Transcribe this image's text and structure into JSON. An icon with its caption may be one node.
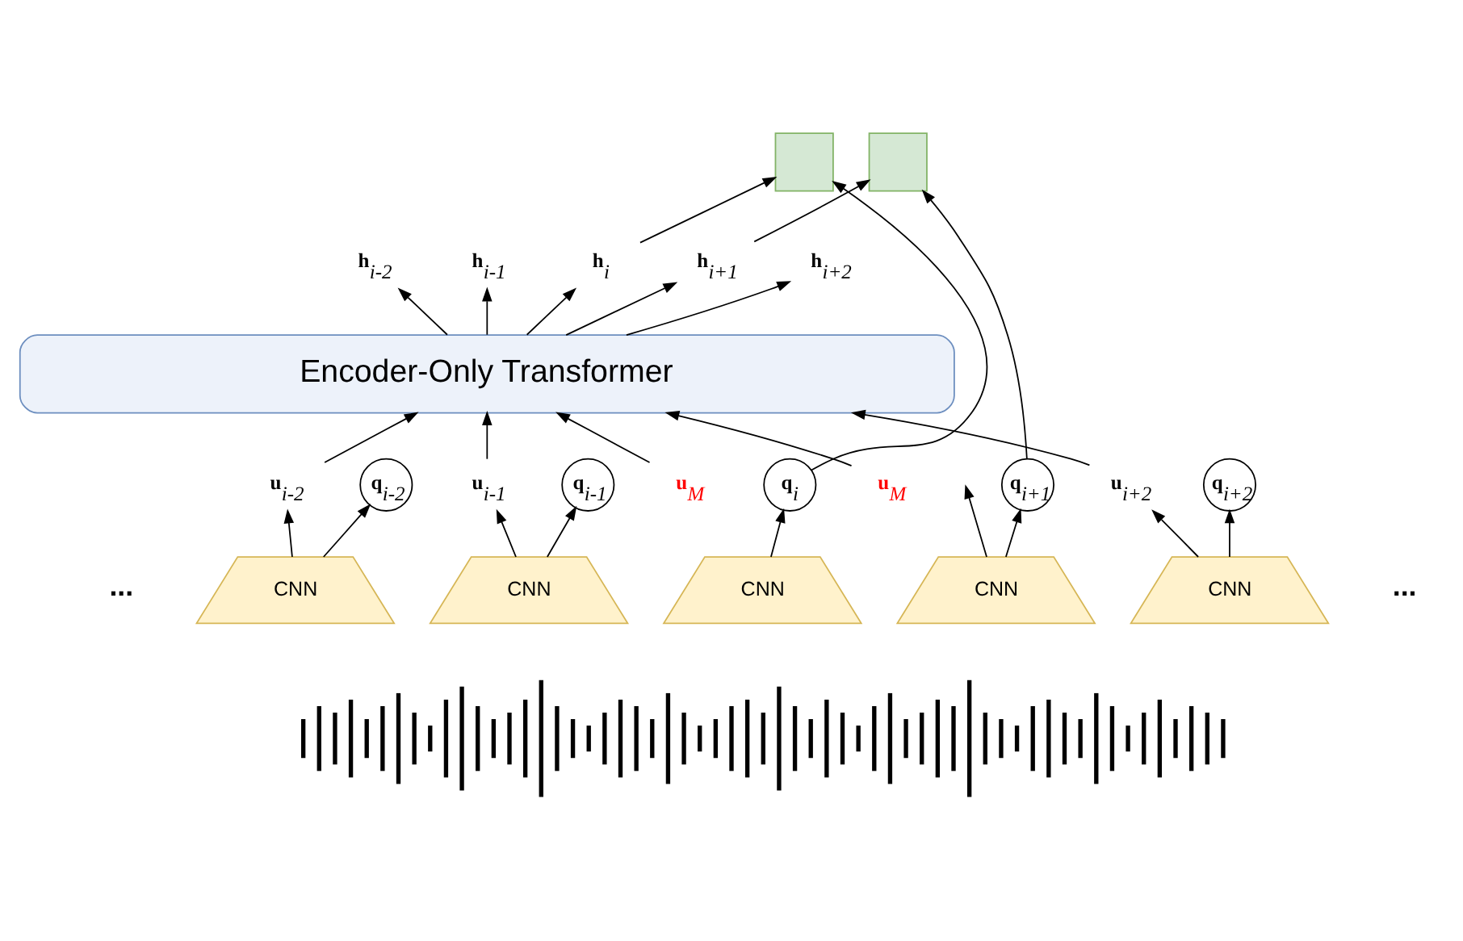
{
  "diagram": {
    "nodes": [
      {
        "text": [],
        "shape": "box"
      },
      {
        "text": [],
        "shape": "box"
      },
      {
        "text": [
          "**h**$_{i-2}$"
        ]
      },
      {
        "text": [
          "**h**$_{i-1}$"
        ]
      },
      {
        "text": [
          "**h**$_{i}$"
        ]
      },
      {
        "text": [
          "**h**$_{i+1}$"
        ]
      },
      {
        "text": [
          "**h**$_{i+2}$"
        ]
      },
      {
        "text": [
          "Encoder-Only Transformer"
        ]
      },
      {
        "text": [
          "**u**$_{i-2}$"
        ]
      },
      {
        "text": [
          "**q**$_{i-2}$"
        ]
      },
      {
        "text": [
          "**u**$_{i-1}$"
        ]
      },
      {
        "text": [
          "**q**$_{i-1}$"
        ]
      },
      {
        "text": [
          "**u**$_{M}$"
        ]
      },
      {
        "text": [
          "**q**$_{i}$"
        ]
      },
      {
        "text": [
          "**u**$_{M}$"
        ]
      },
      {
        "text": [
          "**q**$_{i+1}$"
        ]
      },
      {
        "text": [
          "**u**$_{i+2}$"
        ]
      },
      {
        "text": [
          "**q**$_{i+2}$"
        ]
      },
      {
        "text": [
          "CNN"
        ]
      },
      {
        "text": [
          "CNN"
        ]
      },
      {
        "text": [
          "CNN"
        ]
      },
      {
        "text": [
          "CNN"
        ]
      },
      {
        "text": [
          "CNN"
        ]
      },
      {
        "text": [],
        "shape": "picture"
      }
    ],
    "edges": [
      {
        "from": 18,
        "to": 8,
        "arrow": "to"
      },
      {
        "from": 18,
        "to": 9,
        "arrow": "to"
      },
      {
        "from": 19,
        "to": 10,
        "arrow": "to"
      },
      {
        "from": 19,
        "to": 11,
        "arrow": "to"
      },
      {
        "from": 20,
        "to": 13,
        "arrow": "to"
      },
      {
        "from": 21,
        "to": null,
        "arrow": "to"
      },
      {
        "from": 21,
        "to": 15,
        "arrow": "to"
      },
      {
        "from": 22,
        "to": 16,
        "arrow": "to"
      },
      {
        "from": 22,
        "to": 17,
        "arrow": "to"
      },
      {
        "from": 8,
        "to": 7,
        "arrow": "to"
      },
      {
        "from": 10,
        "to": 7,
        "arrow": "to"
      },
      {
        "from": 12,
        "to": 7,
        "arrow": "to"
      },
      {
        "from": 14,
        "to": 7,
        "arrow": "to"
      },
      {
        "from": 16,
        "to": 7,
        "arrow": "to"
      },
      {
        "from": 7,
        "to": 2,
        "arrow": "to"
      },
      {
        "from": 7,
        "to": 3,
        "arrow": "to"
      },
      {
        "from": 7,
        "to": 4,
        "arrow": "to"
      },
      {
        "from": 7,
        "to": 5,
        "arrow": "to"
      },
      {
        "from": 7,
        "to": 6,
        "arrow": "to"
      },
      {
        "from": 4,
        "to": 0,
        "arrow": "to"
      },
      {
        "from": 13,
        "to": 0,
        "arrow": "to"
      },
      {
        "from": 5,
        "to": 1,
        "arrow": "to"
      },
      {
        "from": 15,
        "to": 1,
        "arrow": "to"
      }
    ],
    "labels": [
      "...",
      "..."
    ]
  }
}
